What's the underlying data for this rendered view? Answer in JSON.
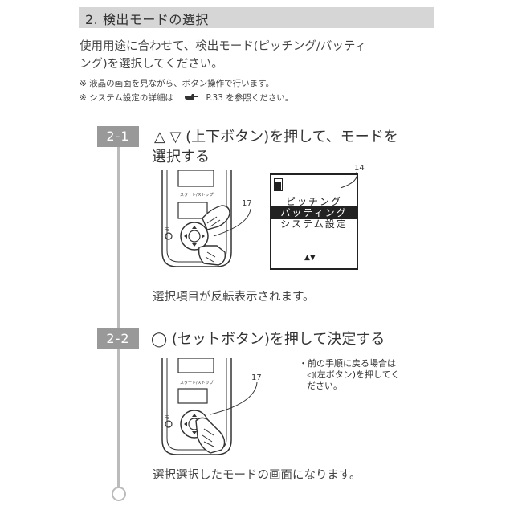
{
  "section": {
    "title": "2. 検出モードの選択"
  },
  "intro": {
    "line1": "使用用途に合わせて、検出モード(ピッチング/バッティ",
    "line2": "ング)を選択してください。"
  },
  "notes": {
    "note1": "※ 液晶の画面を見ながら、ボタン操作で行います。",
    "note2_prefix": "※ システム設定の詳細は",
    "note2_ref": "P.33 を参照ください。"
  },
  "step1": {
    "badge": "2-1",
    "title_line1": "△ ▽ (上下ボタン)を押して、モードを",
    "title_line2": "選択する",
    "device_label": "スタート/ストップ",
    "callout_17": "17",
    "callout_14": "14",
    "lcd_items": [
      "ピッチング",
      "バッティング",
      "システム設定"
    ],
    "lcd_selected_index": 1,
    "lcd_arrows": "▲▼",
    "result": "選択項目が反転表示されます。"
  },
  "step2": {
    "badge": "2-2",
    "title": "◯ (セットボタン)を押して決定する",
    "device_label": "スタート/ストップ",
    "callout_17": "17",
    "side_note_line1": "・前の手順に戻る場合は",
    "side_note_line2": "◁(左ボタン)を押してく",
    "side_note_line3": "ださい。",
    "result": "選択選択したモードの画面になります。"
  },
  "icons": {
    "pointer": "pointing-hand-icon",
    "timeline_end": "circle-icon"
  }
}
